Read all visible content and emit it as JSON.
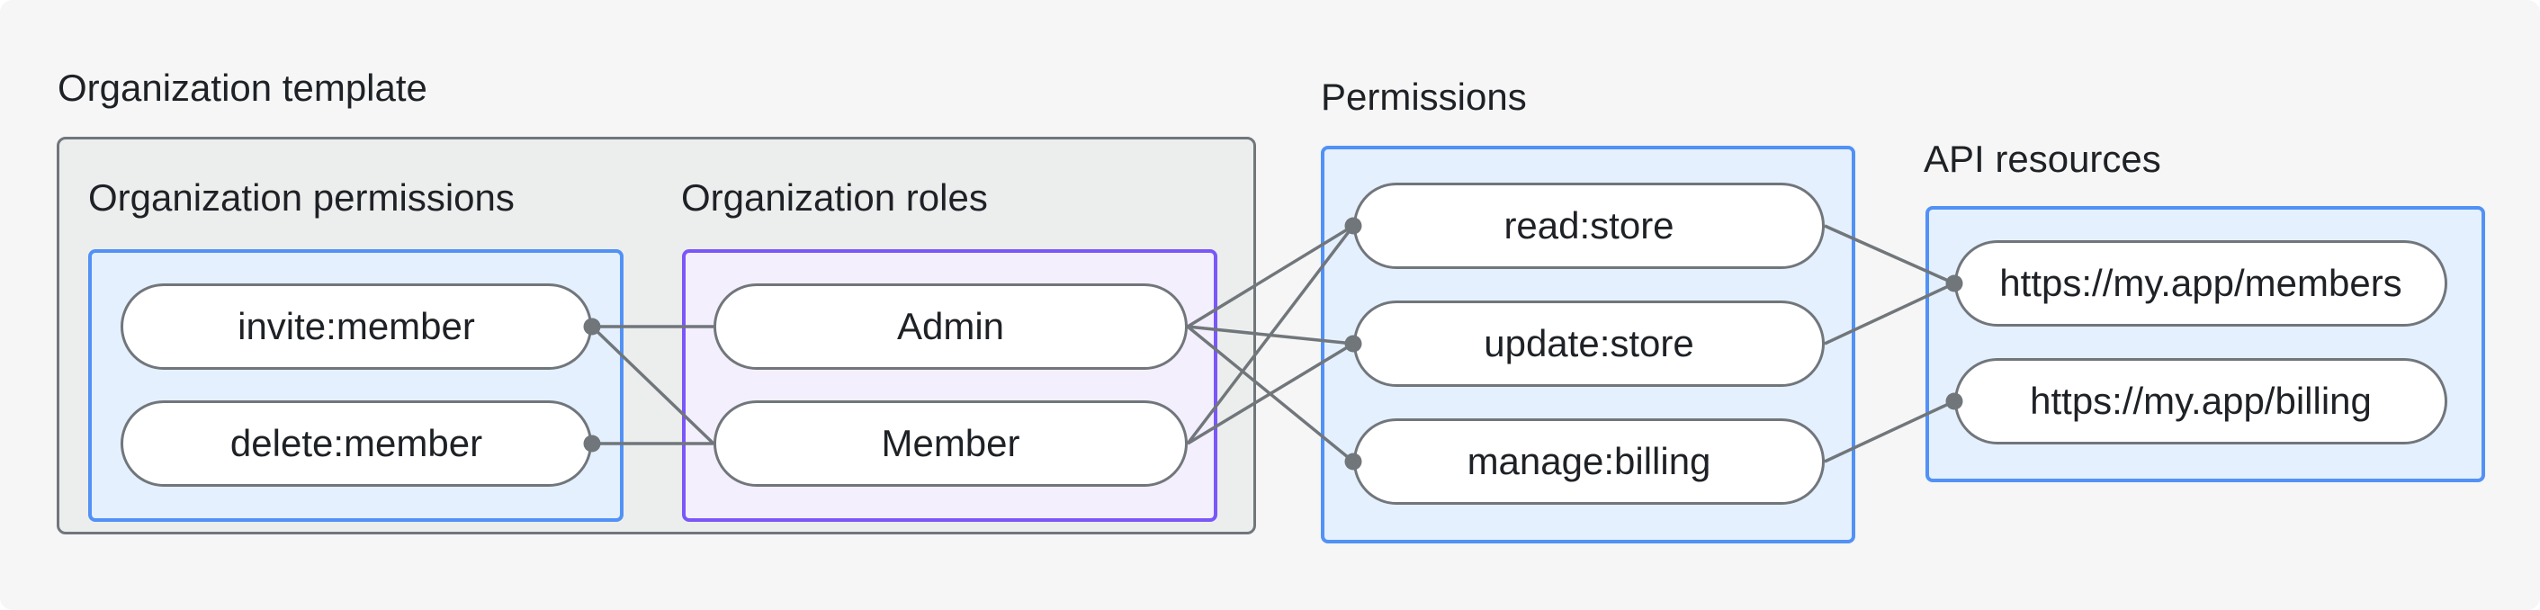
{
  "colors": {
    "canvas_bg": "#F5F6F5",
    "outer_box_bg": "#ECEEED",
    "outer_box_border": "#71767B",
    "blue_box_bg": "#E4F0FD",
    "blue_box_border": "#5291F5",
    "purple_box_bg": "#F3EFFD",
    "purple_box_border": "#7A57F8",
    "pill_bg": "#FFFFFF",
    "pill_border": "#71767B",
    "connector": "#71767B",
    "text": "#1E2125"
  },
  "org_template": {
    "title": "Organization template",
    "org_permissions": {
      "title": "Organization permissions",
      "items": [
        {
          "id": "invite_member",
          "label": "invite:member"
        },
        {
          "id": "delete_member",
          "label": "delete:member"
        }
      ]
    },
    "org_roles": {
      "title": "Organization roles",
      "items": [
        {
          "id": "admin",
          "label": "Admin"
        },
        {
          "id": "member",
          "label": "Member"
        }
      ]
    }
  },
  "permissions": {
    "title": "Permissions",
    "items": [
      {
        "id": "read_store",
        "label": "read:store"
      },
      {
        "id": "update_store",
        "label": "update:store"
      },
      {
        "id": "manage_billing",
        "label": "manage:billing"
      }
    ]
  },
  "api_resources": {
    "title": "API resources",
    "items": [
      {
        "id": "members_api",
        "label": "https://my.app/members"
      },
      {
        "id": "billing_api",
        "label": "https://my.app/billing"
      }
    ]
  },
  "edges": [
    {
      "from": "invite_member",
      "fromSide": "right",
      "to": "admin",
      "toSide": "left"
    },
    {
      "from": "invite_member",
      "fromSide": "right",
      "to": "member",
      "toSide": "left"
    },
    {
      "from": "delete_member",
      "fromSide": "right",
      "to": "member",
      "toSide": "left"
    },
    {
      "from": "admin",
      "fromSide": "right",
      "to": "read_store",
      "toSide": "left"
    },
    {
      "from": "admin",
      "fromSide": "right",
      "to": "update_store",
      "toSide": "left"
    },
    {
      "from": "admin",
      "fromSide": "right",
      "to": "manage_billing",
      "toSide": "left"
    },
    {
      "from": "member",
      "fromSide": "right",
      "to": "read_store",
      "toSide": "left"
    },
    {
      "from": "member",
      "fromSide": "right",
      "to": "update_store",
      "toSide": "left"
    },
    {
      "from": "read_store",
      "fromSide": "right",
      "to": "members_api",
      "toSide": "left"
    },
    {
      "from": "update_store",
      "fromSide": "right",
      "to": "members_api",
      "toSide": "left"
    },
    {
      "from": "manage_billing",
      "fromSide": "right",
      "to": "billing_api",
      "toSide": "left"
    }
  ],
  "dots": [
    {
      "node": "invite_member",
      "side": "right"
    },
    {
      "node": "delete_member",
      "side": "right"
    },
    {
      "node": "read_store",
      "side": "left"
    },
    {
      "node": "update_store",
      "side": "left"
    },
    {
      "node": "manage_billing",
      "side": "left"
    },
    {
      "node": "members_api",
      "side": "left"
    },
    {
      "node": "billing_api",
      "side": "left"
    }
  ],
  "line_width": 3.5,
  "dot_radius": 9.5
}
